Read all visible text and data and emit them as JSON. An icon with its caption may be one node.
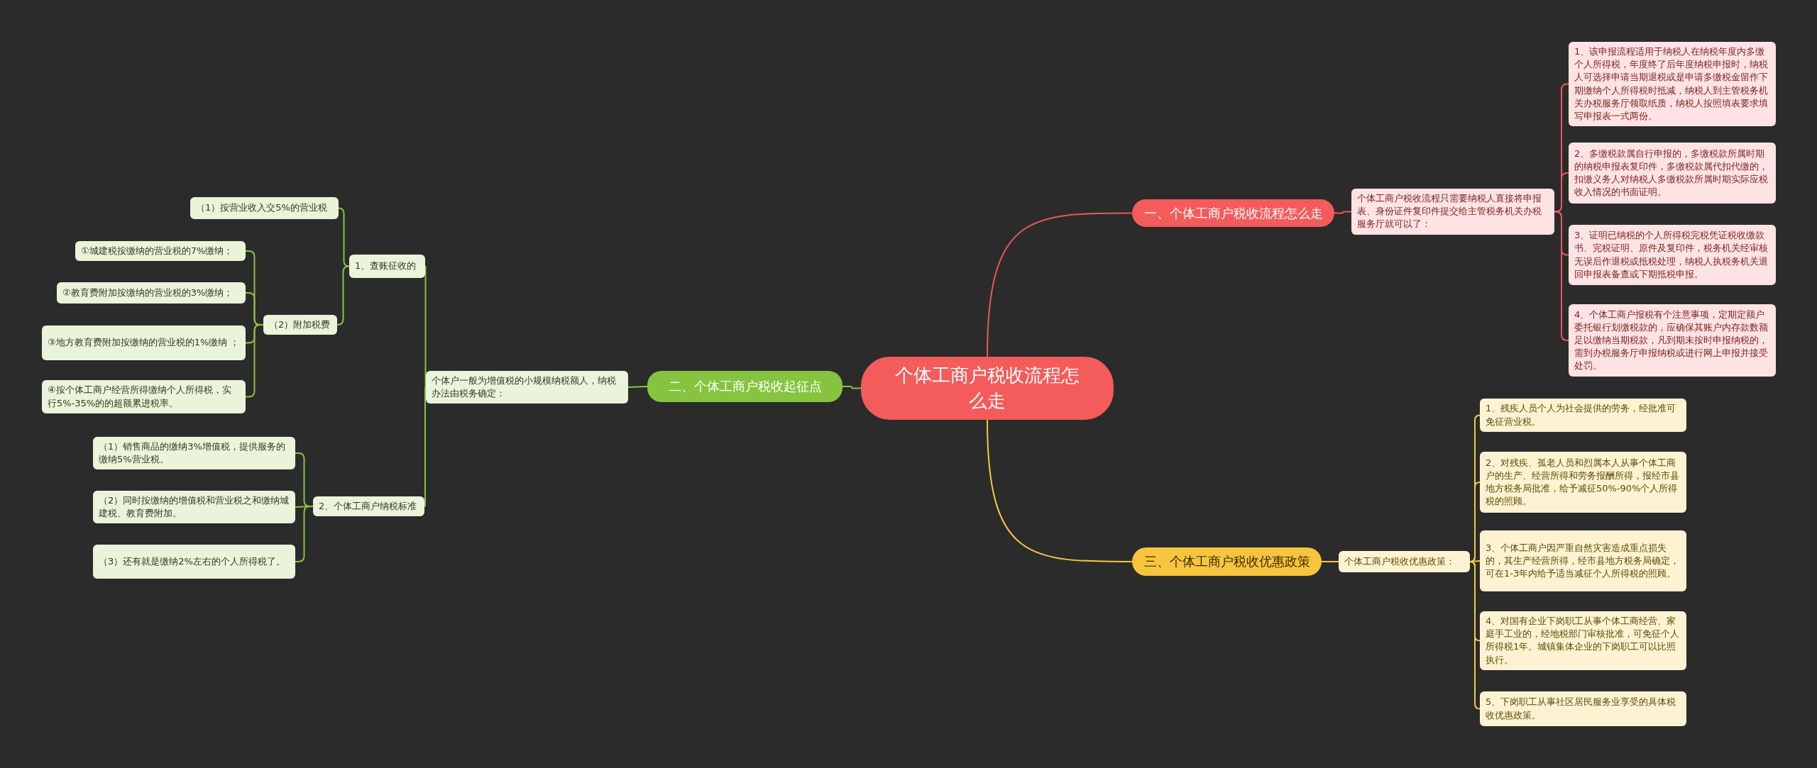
{
  "diagram": {
    "nodes": [
      {
        "text": [
          "个体工商户税收流程怎么走"
        ]
      },
      {
        "text": [
          "一、个体工商户税收流程怎么走"
        ]
      },
      {
        "text": [
          "个体工商户税收流程只需要纳税人直接将申报表、身份证件复印件提交给主管税务机关办税服务厅就可以了："
        ]
      },
      {
        "text": [
          "1、该申报流程适用于纳税人在纳税年度内多缴个人所得税，年度终了后年度纳税申报时，纳税人可选择申请当期退税或是申请多缴税金留作下期缴纳个人所得税时抵减，纳税人到主管税务机关办税服务厅领取纸质，纳税人按照填表要求填写申报表一式两份。"
        ]
      },
      {
        "text": [
          "2、多缴税款属自行申报的，多缴税款所属时期的纳税申报表复印件，多缴税款属代扣代缴的，扣缴义务人对纳税人多缴税款所属时期实际应税收入情况的书面证明。"
        ]
      },
      {
        "text": [
          "3、证明已纳税的个人所得税完税凭证税收缴款书、完税证明、原件及复印件，税务机关经审核无误后作退税或抵税处理，纳税人执税务机关退回申报表备查或下期抵税申报。"
        ]
      },
      {
        "text": [
          "4、个体工商户报税有个注意事项，定期定额户委托银行划缴税款的，应确保其账户内存款数额足以缴纳当期税款，凡到期未按时申报纳税的，需到办税服务厅申报纳税或进行网上申报并接受处罚。"
        ]
      },
      {
        "text": [
          "三、个体工商户税收优惠政策"
        ]
      },
      {
        "text": [
          "个体工商户税收优惠政策："
        ]
      },
      {
        "text": [
          "1、残疾人员个人为社会提供的劳务，经批准可免征营业税。"
        ]
      },
      {
        "text": [
          "2、对残疾、孤老人员和烈属本人从事个体工商户的生产、经营所得和劳务报酬所得，报经市县地方税务局批准，给予减征50%-90%个人所得税的照顾。"
        ]
      },
      {
        "text": [
          "3、个体工商户因严重自然灾害造成重点损失的，其生产经营所得，经市县地方税务局确定，可在1-3年内给予适当减征个人所得税的照顾。"
        ]
      },
      {
        "text": [
          "4、对国有企业下岗职工从事个体工商经营、家庭手工业的，经地税部门审核批准，可免征个人所得税1年。城镇集体企业的下岗职工可以比照执行。"
        ]
      },
      {
        "text": [
          "5、下岗职工从事社区居民服务业享受的具体税收优惠政策。"
        ]
      },
      {
        "text": [
          "二、个体工商户税收起征点"
        ]
      },
      {
        "text": [
          "个体户一般为增值税的小规模纳税额人，纳税办法由税务确定："
        ]
      },
      {
        "text": [
          "1、查账征收的"
        ]
      },
      {
        "text": [
          "（1）按营业收入交5%的营业税"
        ]
      },
      {
        "text": [
          "（2）附加税费"
        ]
      },
      {
        "text": [
          "①城建税按缴纳的营业税的7%缴纳；"
        ]
      },
      {
        "text": [
          "②教育费附加按缴纳的营业税的3%缴纳；"
        ]
      },
      {
        "text": [
          "③地方教育费附加按缴纳的营业税的1%缴纳 ；"
        ]
      },
      {
        "text": [
          "④按个体工商户经营所得缴纳个人所得税，实行5%-35%的的超额累进税率。"
        ]
      },
      {
        "text": [
          "2、个体工商户纳税标准"
        ]
      },
      {
        "text": [
          "（1）销售商品的缴纳3%增值税，提供服务的缴纳5%营业税。"
        ]
      },
      {
        "text": [
          "（2）同时按缴纳的增值税和营业税之和缴纳城建税、教育费附加。"
        ]
      },
      {
        "text": [
          "（3）还有就是缴纳2%左右的个人所得税了。"
        ]
      }
    ],
    "edges": [
      {
        "from": 0,
        "to": 1,
        "arrow": "none",
        "color": "#e8585a"
      },
      {
        "from": 1,
        "to": 2,
        "arrow": "none",
        "color": "#e8585a"
      },
      {
        "from": 2,
        "to": 3,
        "arrow": "none",
        "color": "#e8585a"
      },
      {
        "from": 2,
        "to": 4,
        "arrow": "none",
        "color": "#e8585a"
      },
      {
        "from": 2,
        "to": 5,
        "arrow": "none",
        "color": "#e8585a"
      },
      {
        "from": 2,
        "to": 6,
        "arrow": "none",
        "color": "#e8585a"
      },
      {
        "from": 0,
        "to": 7,
        "arrow": "none",
        "color": "#f5c842"
      },
      {
        "from": 7,
        "to": 8,
        "arrow": "none",
        "color": "#f5c842"
      },
      {
        "from": 8,
        "to": 9,
        "arrow": "none",
        "color": "#f5c842"
      },
      {
        "from": 8,
        "to": 10,
        "arrow": "none",
        "color": "#f5c842"
      },
      {
        "from": 8,
        "to": 11,
        "arrow": "none",
        "color": "#f5c842"
      },
      {
        "from": 8,
        "to": 12,
        "arrow": "none",
        "color": "#f5c842"
      },
      {
        "from": 8,
        "to": 13,
        "arrow": "none",
        "color": "#f5c842"
      },
      {
        "from": 0,
        "to": 14,
        "arrow": "none"
      },
      {
        "from": 14,
        "to": 15,
        "arrow": "none"
      },
      {
        "from": 15,
        "to": 16,
        "arrow": "none"
      },
      {
        "from": 16,
        "to": 17,
        "arrow": "none"
      },
      {
        "from": 16,
        "to": 18,
        "arrow": "none"
      },
      {
        "from": 18,
        "to": 19,
        "arrow": "none"
      },
      {
        "from": 18,
        "to": 20,
        "arrow": "none"
      },
      {
        "from": 18,
        "to": 21,
        "arrow": "none"
      },
      {
        "from": 18,
        "to": 22,
        "arrow": "none"
      },
      {
        "from": 15,
        "to": 23,
        "arrow": "none"
      },
      {
        "from": 23,
        "to": 24,
        "arrow": "none"
      },
      {
        "from": 23,
        "to": 25,
        "arrow": "none"
      },
      {
        "from": 23,
        "to": 26,
        "arrow": "none"
      }
    ]
  }
}
